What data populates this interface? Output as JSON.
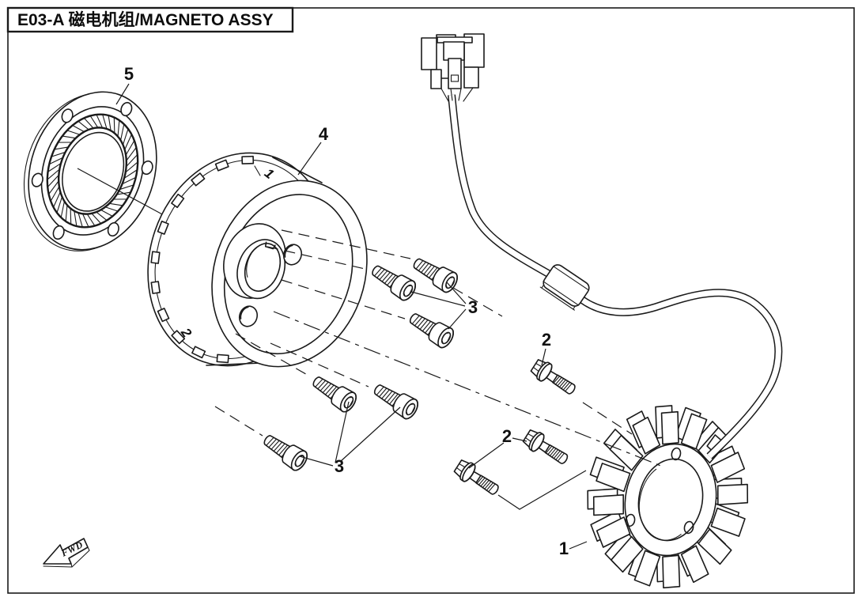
{
  "title": "E03-A 磁电机组/MAGNETO ASSY",
  "callouts": {
    "part1": "1",
    "part2_upper": "2",
    "part2_lower": "2",
    "part3_upper": "3",
    "part3_lower": "3",
    "part4": "4",
    "part5": "5"
  },
  "rotor_marks": {
    "mark1": "1",
    "mark2": "2"
  },
  "fwd_label": "FWD",
  "colors": {
    "line": "#1a1a1a",
    "background": "#ffffff"
  }
}
